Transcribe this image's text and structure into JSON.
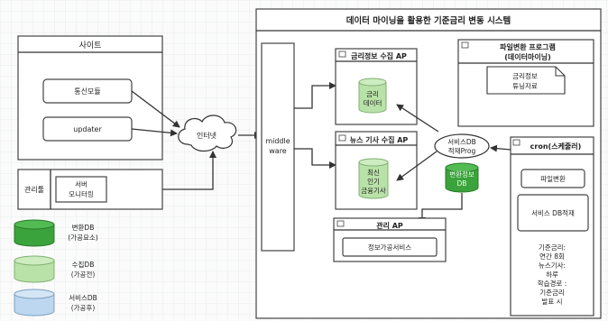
{
  "system": {
    "title": "데이터 마이닝을 활용한 기준금리 변동 시스템"
  },
  "site": {
    "title": "사이트",
    "comm_module": "통신모듈",
    "updater": "updater"
  },
  "manager": {
    "label": "관리툴",
    "service_line1": "서버",
    "service_line2": "모니터링"
  },
  "legend": [
    {
      "line1": "변환DB",
      "line2": "(가공요소)",
      "color": "#3ba33b"
    },
    {
      "line1": "수집DB",
      "line2": "(가공전)",
      "color": "#b9e2a8"
    },
    {
      "line1": "서비스DB",
      "line2": "(가공후)",
      "color": "#bcd7ef"
    }
  ],
  "internet": "인터넷",
  "middleware": {
    "line1": "middle",
    "line2": "ware"
  },
  "rate_ap": {
    "title": "금리정보 수집 AP",
    "db_line1": "금리",
    "db_line2": "데이터"
  },
  "news_ap": {
    "title": "뉴스 기사 수집 AP",
    "db_line1": "최신",
    "db_line2": "인기",
    "db_line3": "금융기사"
  },
  "service_db_prog": {
    "line1": "서비스DB",
    "line2": "적재Prog"
  },
  "convert_db": {
    "line1": "변환정보",
    "line2": "DB"
  },
  "manage_ap": {
    "title": "관리 AP",
    "service": "정보가공서비스"
  },
  "file_convert_prog": {
    "title_line1": "파일변환 프로그램",
    "title_line2": "(데이터마이닝)",
    "doc_line1": "금리정보",
    "doc_line2": "튜닝자료"
  },
  "cron": {
    "title": "cron(스케줄러)",
    "file_convert": "파일변환",
    "service_db_load": "서비스 DB적재",
    "schedule": [
      "기준금리:",
      "연간 8회",
      "뉴스기사:",
      "하루",
      "학습경로 :",
      "기준금리",
      "발표 시"
    ]
  }
}
